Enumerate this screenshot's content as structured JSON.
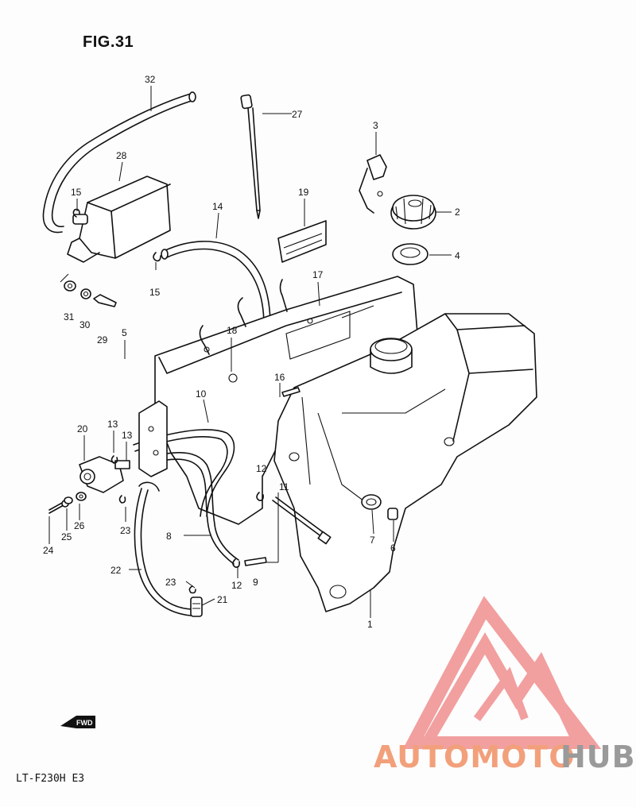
{
  "figure": {
    "title": "FIG.31",
    "model": "LT-F230H E3",
    "direction_badge": "FWD"
  },
  "callouts": [
    {
      "id": "c1",
      "text": "1"
    },
    {
      "id": "c2",
      "text": "2"
    },
    {
      "id": "c3",
      "text": "3"
    },
    {
      "id": "c4",
      "text": "4"
    },
    {
      "id": "c5",
      "text": "5"
    },
    {
      "id": "c6",
      "text": "6"
    },
    {
      "id": "c7",
      "text": "7"
    },
    {
      "id": "c8",
      "text": "8"
    },
    {
      "id": "c9",
      "text": "9"
    },
    {
      "id": "c10",
      "text": "10"
    },
    {
      "id": "c11",
      "text": "11"
    },
    {
      "id": "c12a",
      "text": "12"
    },
    {
      "id": "c12b",
      "text": "12"
    },
    {
      "id": "c13a",
      "text": "13"
    },
    {
      "id": "c13b",
      "text": "13"
    },
    {
      "id": "c14",
      "text": "14"
    },
    {
      "id": "c15a",
      "text": "15"
    },
    {
      "id": "c15b",
      "text": "15"
    },
    {
      "id": "c16",
      "text": "16"
    },
    {
      "id": "c17",
      "text": "17"
    },
    {
      "id": "c18",
      "text": "18"
    },
    {
      "id": "c19",
      "text": "19"
    },
    {
      "id": "c20",
      "text": "20"
    },
    {
      "id": "c21",
      "text": "21"
    },
    {
      "id": "c22",
      "text": "22"
    },
    {
      "id": "c23a",
      "text": "23"
    },
    {
      "id": "c23b",
      "text": "23"
    },
    {
      "id": "c24",
      "text": "24"
    },
    {
      "id": "c25",
      "text": "25"
    },
    {
      "id": "c26",
      "text": "26"
    },
    {
      "id": "c27",
      "text": "27"
    },
    {
      "id": "c28",
      "text": "28"
    },
    {
      "id": "c29",
      "text": "29"
    },
    {
      "id": "c30",
      "text": "30"
    },
    {
      "id": "c31",
      "text": "31"
    },
    {
      "id": "c32",
      "text": "32"
    }
  ],
  "watermark": {
    "part1": "AUTOMOTO",
    "part2": "HUB",
    "color_primary": "#f2a07b",
    "color_secondary": "#9a9a9a",
    "logo_color": "#f29a9a"
  }
}
